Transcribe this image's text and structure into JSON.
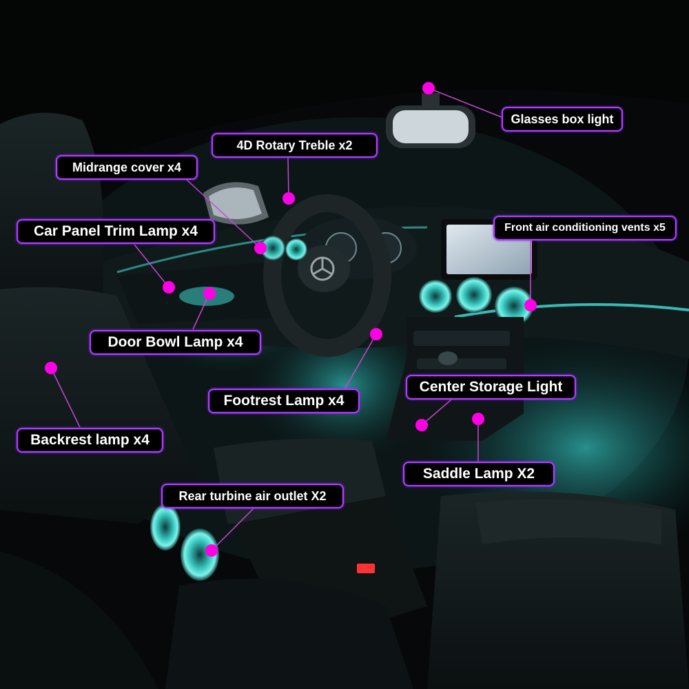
{
  "labels": {
    "glasses_box": "Glasses box light",
    "rotary_treble": "4D Rotary Treble x2",
    "midrange_cover": "Midrange cover x4",
    "panel_trim": "Car Panel Trim Lamp x4",
    "front_vents": "Front air conditioning vents x5",
    "door_bowl": "Door Bowl Lamp x4",
    "footrest": "Footrest Lamp x4",
    "center_storage": "Center Storage Light",
    "backrest": "Backrest lamp x4",
    "saddle": "Saddle Lamp X2",
    "rear_turbine": "Rear turbine air outlet X2"
  },
  "colors": {
    "ambient": "#3fd6cf",
    "marker": "#ff00e6",
    "label_border": "#b43cff",
    "leader": "#c846d6"
  }
}
